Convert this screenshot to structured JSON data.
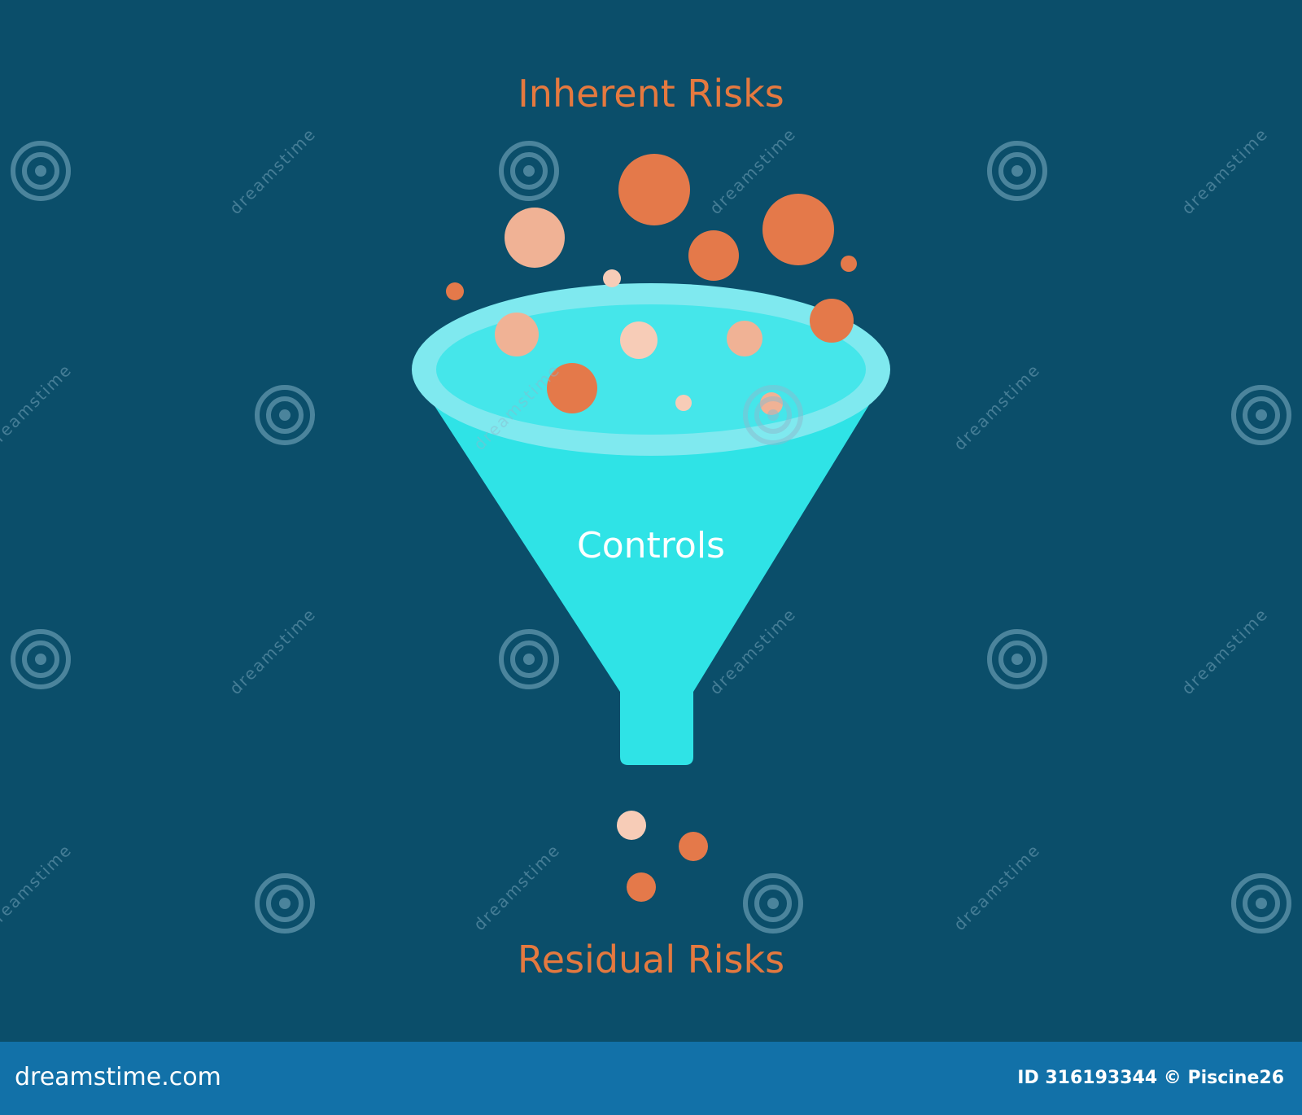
{
  "diagram": {
    "top_label": "Inherent Risks",
    "center_label": "Controls",
    "bottom_label": "Residual Risks"
  },
  "colors": {
    "background": "#0b4e6a",
    "funnel_body": "#2fe3e6",
    "funnel_rim": "#7fe9ef",
    "funnel_mouth": "#45e6ea",
    "risk_dark": "#e4794a",
    "risk_light": "#f0b295",
    "risk_pale": "#f7ccb7",
    "label_orange": "#e5793f",
    "footer_bg": "#1271a8"
  },
  "watermark": {
    "text": "dreamstime"
  },
  "footer": {
    "logo_text": "dreamstime.com",
    "credit_text": "ID 316193344 © Piscine26"
  }
}
